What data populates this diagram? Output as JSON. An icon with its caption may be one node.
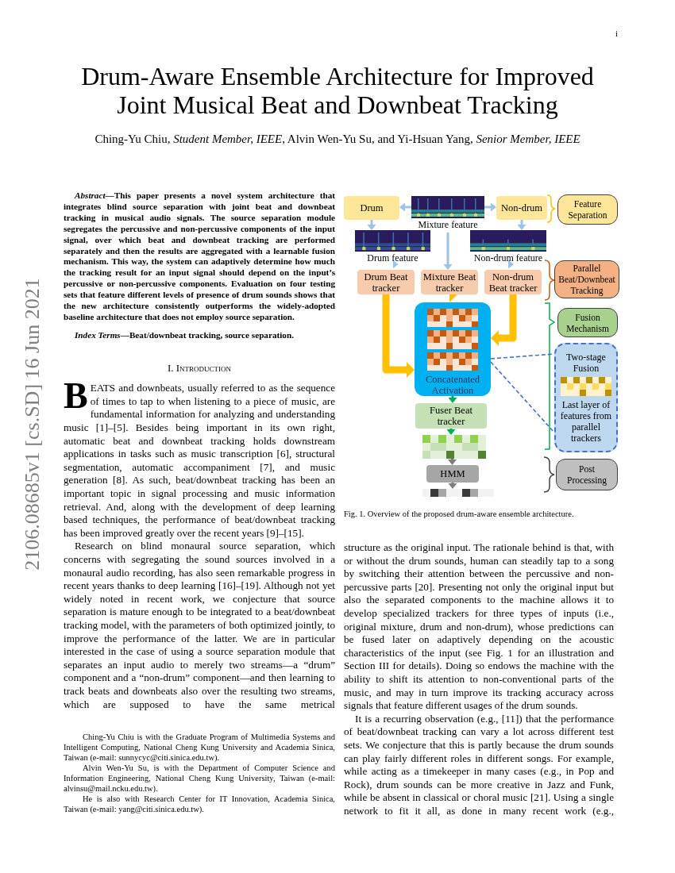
{
  "diagram": {
    "title": "Drum-Aware Ensemble Architecture for Improved Joint Musical Beat and Downbeat Tracking",
    "caption": "Fig. 1.  Overview of the proposed drum-aware ensemble architecture.",
    "nodes": [
      {
        "text": [
          "Drum"
        ]
      },
      {
        "text": [
          "Mixture feature"
        ]
      },
      {
        "text": [
          "Non-drum"
        ]
      },
      {
        "text": [
          "Feature Separation"
        ]
      },
      {
        "text": [
          "Drum feature"
        ]
      },
      {
        "text": [
          "Non-drum feature"
        ]
      },
      {
        "text": [
          "Drum Beat tracker"
        ]
      },
      {
        "text": [
          "Mixture Beat tracker"
        ]
      },
      {
        "text": [
          "Non-drum Beat tracker"
        ]
      },
      {
        "text": [
          "Parallel Beat/Downbeat Tracking"
        ]
      },
      {
        "text": [
          "Concatenated Activation"
        ]
      },
      {
        "text": [
          "Fusion Mechanism"
        ]
      },
      {
        "text": [
          "Two-stage Fusion",
          "Last layer of features from parallel trackers"
        ]
      },
      {
        "text": [
          "Fuser Beat tracker"
        ]
      },
      {
        "text": [],
        "shape": "picture"
      },
      {
        "text": [
          "HMM"
        ]
      },
      {
        "text": [],
        "shape": "picture"
      },
      {
        "text": [
          "Post Processing"
        ]
      }
    ],
    "edges": [
      {
        "from": 1,
        "to": 0,
        "arrow": "to"
      },
      {
        "from": 1,
        "to": 2,
        "arrow": "to"
      },
      {
        "from": 0,
        "to": 4,
        "arrow": "to"
      },
      {
        "from": 2,
        "to": 5,
        "arrow": "to"
      },
      {
        "from": 1,
        "to": 7,
        "arrow": "to"
      },
      {
        "from": 4,
        "to": 6,
        "arrow": "to"
      },
      {
        "from": 5,
        "to": 8,
        "arrow": "to"
      },
      {
        "from": 6,
        "to": 10,
        "arrow": "to",
        "style": "thick",
        "color": "#ffc000"
      },
      {
        "from": 7,
        "to": 10,
        "arrow": "to",
        "style": "thick",
        "color": "#ffc000"
      },
      {
        "from": 8,
        "to": 10,
        "arrow": "to",
        "style": "thick",
        "color": "#ffc000"
      },
      {
        "from": 10,
        "to": 12,
        "arrow": "none",
        "style": "dashed",
        "color": "#4472c4"
      },
      {
        "from": 10,
        "to": 12,
        "arrow": "none",
        "style": "dashed",
        "color": "#4472c4"
      },
      {
        "from": 10,
        "to": 13,
        "arrow": "to",
        "color": "#00b050"
      },
      {
        "from": 13,
        "to": 14,
        "arrow": "to",
        "color": "#00b050"
      },
      {
        "from": 14,
        "to": 15,
        "arrow": "to",
        "color": "#7f7f7f"
      },
      {
        "from": 15,
        "to": 16,
        "arrow": "to",
        "color": "#7f7f7f"
      }
    ],
    "labels": [
      "i",
      "Ching-Yu Chiu, *Student Member, IEEE*, Alvin Wen-Yu Su, and Yi-Hsuan Yang, *Senior Member, IEEE*",
      "2106.08685v1  [cs.SD]  16 Jun 2021",
      "*Abstract*—This paper presents a novel system architecture that integrates blind source separation with joint beat and downbeat tracking in musical audio signals. The source separation module segregates the percussive and non-percussive components of the input signal, over which beat and downbeat tracking are performed separately and then the results are aggregated with a learnable fusion mechanism. This way, the system can adaptively determine how much the tracking result for an input signal should depend on the input’s percussive or non-percussive components. Evaluation on four testing sets that feature different levels of presence of drum sounds shows that the new architecture consistently outperforms the widely-adopted baseline architecture that does not employ source separation.",
      "*Index Terms*—Beat/downbeat tracking, source separation.",
      "I. Introduction",
      "BEATS and downbeats, usually referred to as the sequence of times to tap to when listening to a piece of music, are fundamental information for analyzing and understanding music [1]–[5]. Besides being important in its own right, automatic beat and downbeat tracking holds downstream applications in tasks such as music transcription [6], structural segmentation, automatic accompaniment [7], and music generation [8]. As such, beat/downbeat tracking has been an important topic in signal processing and music information retrieval. And, along with the development of deep learning based techniques, the performance of beat/downbeat tracking has been improved greatly over the recent years [9]–[15].",
      "Research on blind monaural source separation, which concerns with segregating the sound sources involved in a monaural audio recording, has also seen remarkable progress in recent years thanks to deep learning [16]–[19]. Although not yet widely noted in recent work, we conjecture that source separation is mature enough to be integrated to a beat/downbeat tracking model, with the parameters of both optimized jointly, to improve the performance of the latter. We are in particular interested in the case of using a source separation module that separates an input audio to merely two streams—a “drum” component and a “non-drum” component—and then learning to track beats and downbeats also over the resulting two streams, which are supposed to have the same metrical",
      "Ching-Yu Chiu is with the Graduate Program of Multimedia Systems and Intelligent Computing, National Cheng Kung University and Academia Sinica, Taiwan (e-mail: sunnycyc@citi.sinica.edu.tw).",
      "Alvin Wen-Yu Su, is with the Department of Computer Science and Information Engineering, National Cheng Kung University, Taiwan (e-mail: alvinsu@mail.ncku.edu.tw).",
      "He is also with Research Center for IT Innovation, Academia Sinica, Taiwan (e-mail: yang@citi.sinica.edu.tw).",
      "structure as the original input. The rationale behind is that, with or without the drum sounds, human can steadily tap to a song by switching their attention between the percussive and non-percussive parts [20]. Presenting not only the original input but also the separated components to the machine allows it to develop specialized trackers for three types of inputs (i.e., original mixture, drum and non-drum), whose predictions can be fused later on adaptively depending on the acoustic characteristics of the input (see Fig. 1 for an illustration and Section III for details). Doing so endows the machine with the ability to shift its attention to non-conventional parts of the music, and may in turn improve its tracking accuracy across signals that feature different usages of the drum sounds.",
      "It is a recurring observation (e.g., [11]) that the performance of beat/downbeat tracking can vary a lot across different test sets. We conjecture that this is partly because the drum sounds can play fairly different roles in different songs. For example, while acting as a timekeeper in many cases (e.g., in Pop and Rock), drum sounds can be more creative in Jazz and Funk, while be absent in classical or choral music [21]. Using a single network to fit it all, as done in many recent work (e.g.,"
    ]
  }
}
